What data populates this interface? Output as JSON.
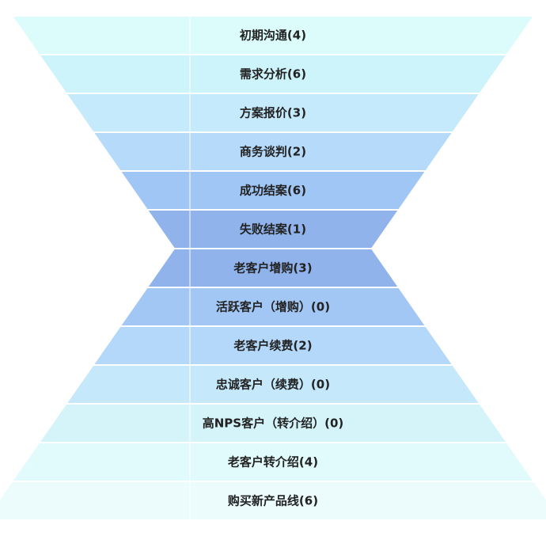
{
  "chart_data": {
    "type": "funnel",
    "shape": "hourglass",
    "segments": [
      {
        "label": "初期沟通(4)",
        "name": "初期沟通",
        "value": 4,
        "color": "#dcfbfb"
      },
      {
        "label": "需求分析(6)",
        "name": "需求分析",
        "value": 6,
        "color": "#cdf4fb"
      },
      {
        "label": "方案报价(3)",
        "name": "方案报价",
        "value": 3,
        "color": "#c5eafb"
      },
      {
        "label": "商务谈判(2)",
        "name": "商务谈判",
        "value": 2,
        "color": "#b6dafa"
      },
      {
        "label": "成功结案(6)",
        "name": "成功结案",
        "value": 6,
        "color": "#a0c6f5"
      },
      {
        "label": "失败结案(1)",
        "name": "失败结案",
        "value": 1,
        "color": "#8fb3ea"
      },
      {
        "label": "老客户增购(3)",
        "name": "老客户增购",
        "value": 3,
        "color": "#8fb3ea"
      },
      {
        "label": "活跃客户（增购）(0)",
        "name": "活跃客户（增购）",
        "value": 0,
        "color": "#a3c7f4"
      },
      {
        "label": "老客户续费(2)",
        "name": "老客户续费",
        "value": 2,
        "color": "#b4d8f9"
      },
      {
        "label": "忠诚客户（续费）(0)",
        "name": "忠诚客户（续费）",
        "value": 0,
        "color": "#c5e8fa"
      },
      {
        "label": "高NPS客户（转介绍）(0)",
        "name": "高NPS客户（转介绍）",
        "value": 0,
        "color": "#d4f4fa"
      },
      {
        "label": "老客户转介绍(4)",
        "name": "老客户转介绍",
        "value": 4,
        "color": "#e1fafb"
      },
      {
        "label": "购买新产品线(6)",
        "name": "购买新产品线",
        "value": 6,
        "color": "#ecfcfc"
      }
    ]
  }
}
